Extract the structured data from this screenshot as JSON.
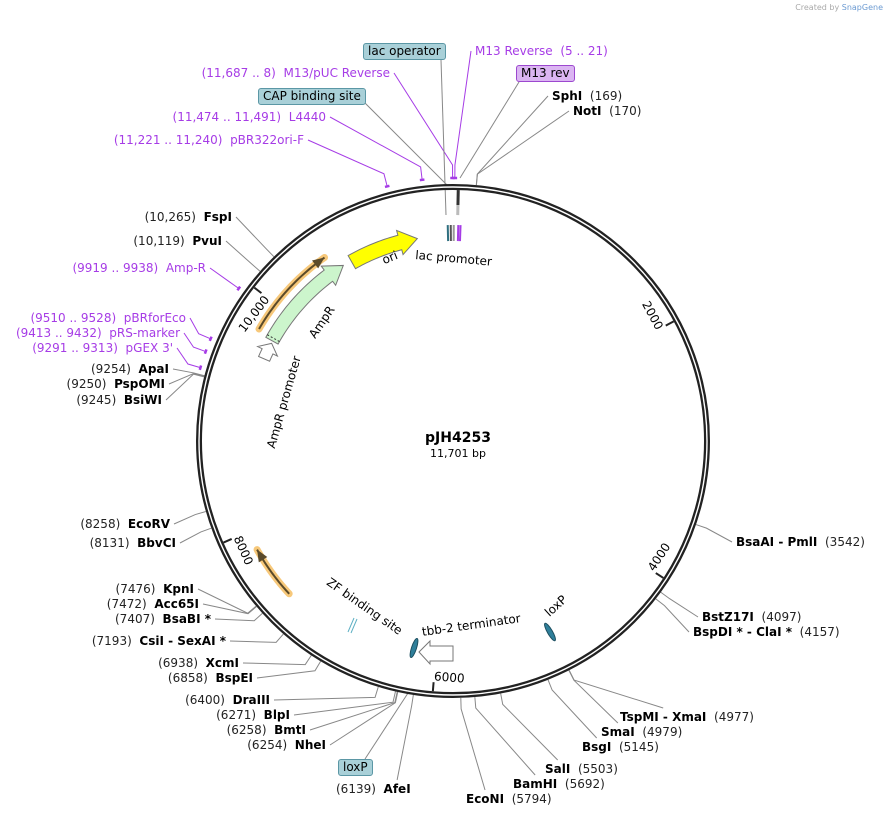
{
  "credit": {
    "prefix": "Created by",
    "brand": "SnapGene"
  },
  "plasmid": {
    "name": "pJH4253",
    "length": "11,701 bp",
    "total_bp": 11701
  },
  "ticks": [
    {
      "label": "2000",
      "bp": 2000
    },
    {
      "label": "4000",
      "bp": 4000
    },
    {
      "label": "6000",
      "bp": 6000
    },
    {
      "label": "8000",
      "bp": 8000
    },
    {
      "label": "10,000",
      "bp": 10000
    }
  ],
  "enzymes": [
    {
      "name": "SphI",
      "pos": "(169)",
      "bp": 169
    },
    {
      "name": "NotI",
      "pos": "(170)",
      "bp": 170
    },
    {
      "name": "BsaAI  - PmlI",
      "pos": "(3542)",
      "bp": 3542
    },
    {
      "name": "BstZ17I",
      "pos": "(4097)",
      "bp": 4097
    },
    {
      "name": "BspDI * - ClaI *",
      "pos": "(4157)",
      "bp": 4157
    },
    {
      "name": "TspMI  - XmaI",
      "pos": "(4977)",
      "bp": 4977
    },
    {
      "name": "SmaI",
      "pos": "(4979)",
      "bp": 4979
    },
    {
      "name": "BsgI",
      "pos": "(5145)",
      "bp": 5145
    },
    {
      "name": "SalI",
      "pos": "(5503)",
      "bp": 5503
    },
    {
      "name": "BamHI",
      "pos": "(5692)",
      "bp": 5692
    },
    {
      "name": "EcoNI",
      "pos": "(5794)",
      "bp": 5794
    },
    {
      "name": "AfeI",
      "pos": "(6139)",
      "bp": 6139
    },
    {
      "name": "NheI",
      "pos": "(6254)",
      "bp": 6254
    },
    {
      "name": "BmtI",
      "pos": "(6258)",
      "bp": 6258
    },
    {
      "name": "BlpI",
      "pos": "(6271)",
      "bp": 6271
    },
    {
      "name": "DraIII",
      "pos": "(6400)",
      "bp": 6400
    },
    {
      "name": "BspEI",
      "pos": "(6858)",
      "bp": 6858
    },
    {
      "name": "XcmI",
      "pos": "(6938)",
      "bp": 6938
    },
    {
      "name": "CsiI  - SexAI *",
      "pos": "(7193)",
      "bp": 7193
    },
    {
      "name": "BsaBI *",
      "pos": "(7407)",
      "bp": 7407
    },
    {
      "name": "Acc65I",
      "pos": "(7472)",
      "bp": 7472
    },
    {
      "name": "KpnI",
      "pos": "(7476)",
      "bp": 7476
    },
    {
      "name": "BbvCI",
      "pos": "(8131)",
      "bp": 8131
    },
    {
      "name": "EcoRV",
      "pos": "(8258)",
      "bp": 8258
    },
    {
      "name": "BsiWI",
      "pos": "(9245)",
      "bp": 9245
    },
    {
      "name": "PspOMI",
      "pos": "(9250)",
      "bp": 9250
    },
    {
      "name": "ApaI",
      "pos": "(9254)",
      "bp": 9254
    },
    {
      "name": "PvuI",
      "pos": "(10,119)",
      "bp": 10119
    },
    {
      "name": "FspI",
      "pos": "(10,265)",
      "bp": 10265
    }
  ],
  "primers": [
    {
      "name": "M13 Reverse",
      "range": "(5 .. 21)",
      "bp": 13
    },
    {
      "name": "M13/pUC Reverse",
      "range": "(11,687 .. 8)",
      "bp": 11698
    },
    {
      "name": "L4440",
      "range": "(11,474 .. 11,491)",
      "bp": 11482
    },
    {
      "name": "pBR322ori-F",
      "range": "(11,221 .. 11,240)",
      "bp": 11230
    },
    {
      "name": "Amp-R",
      "range": "(9919 .. 9938)",
      "bp": 9928
    },
    {
      "name": "pBRforEco",
      "range": "(9510 .. 9528)",
      "bp": 9519
    },
    {
      "name": "pRS-marker",
      "range": "(9413 .. 9432)",
      "bp": 9422
    },
    {
      "name": "pGEX 3'",
      "range": "(9291 .. 9313)",
      "bp": 9302
    }
  ],
  "feature_boxes": [
    {
      "label": "lac operator"
    },
    {
      "label": "CAP binding site"
    },
    {
      "label": "M13 rev"
    },
    {
      "label": "loxP"
    }
  ],
  "features": [
    {
      "label": "ori"
    },
    {
      "label": "lac promoter"
    },
    {
      "label": "AmpR"
    },
    {
      "label": "AmpR promoter"
    },
    {
      "label": "ZF binding site"
    },
    {
      "label": "tbb-2 terminator"
    },
    {
      "label": "loxP"
    }
  ],
  "colors": {
    "primer": "#a63ce6",
    "ori": "#ffff00",
    "ampr": "#ccf5cc",
    "feature_box": "#a9d0d8",
    "loxp": "#2f7f9a",
    "primer_highlight": "#f7c87a"
  }
}
